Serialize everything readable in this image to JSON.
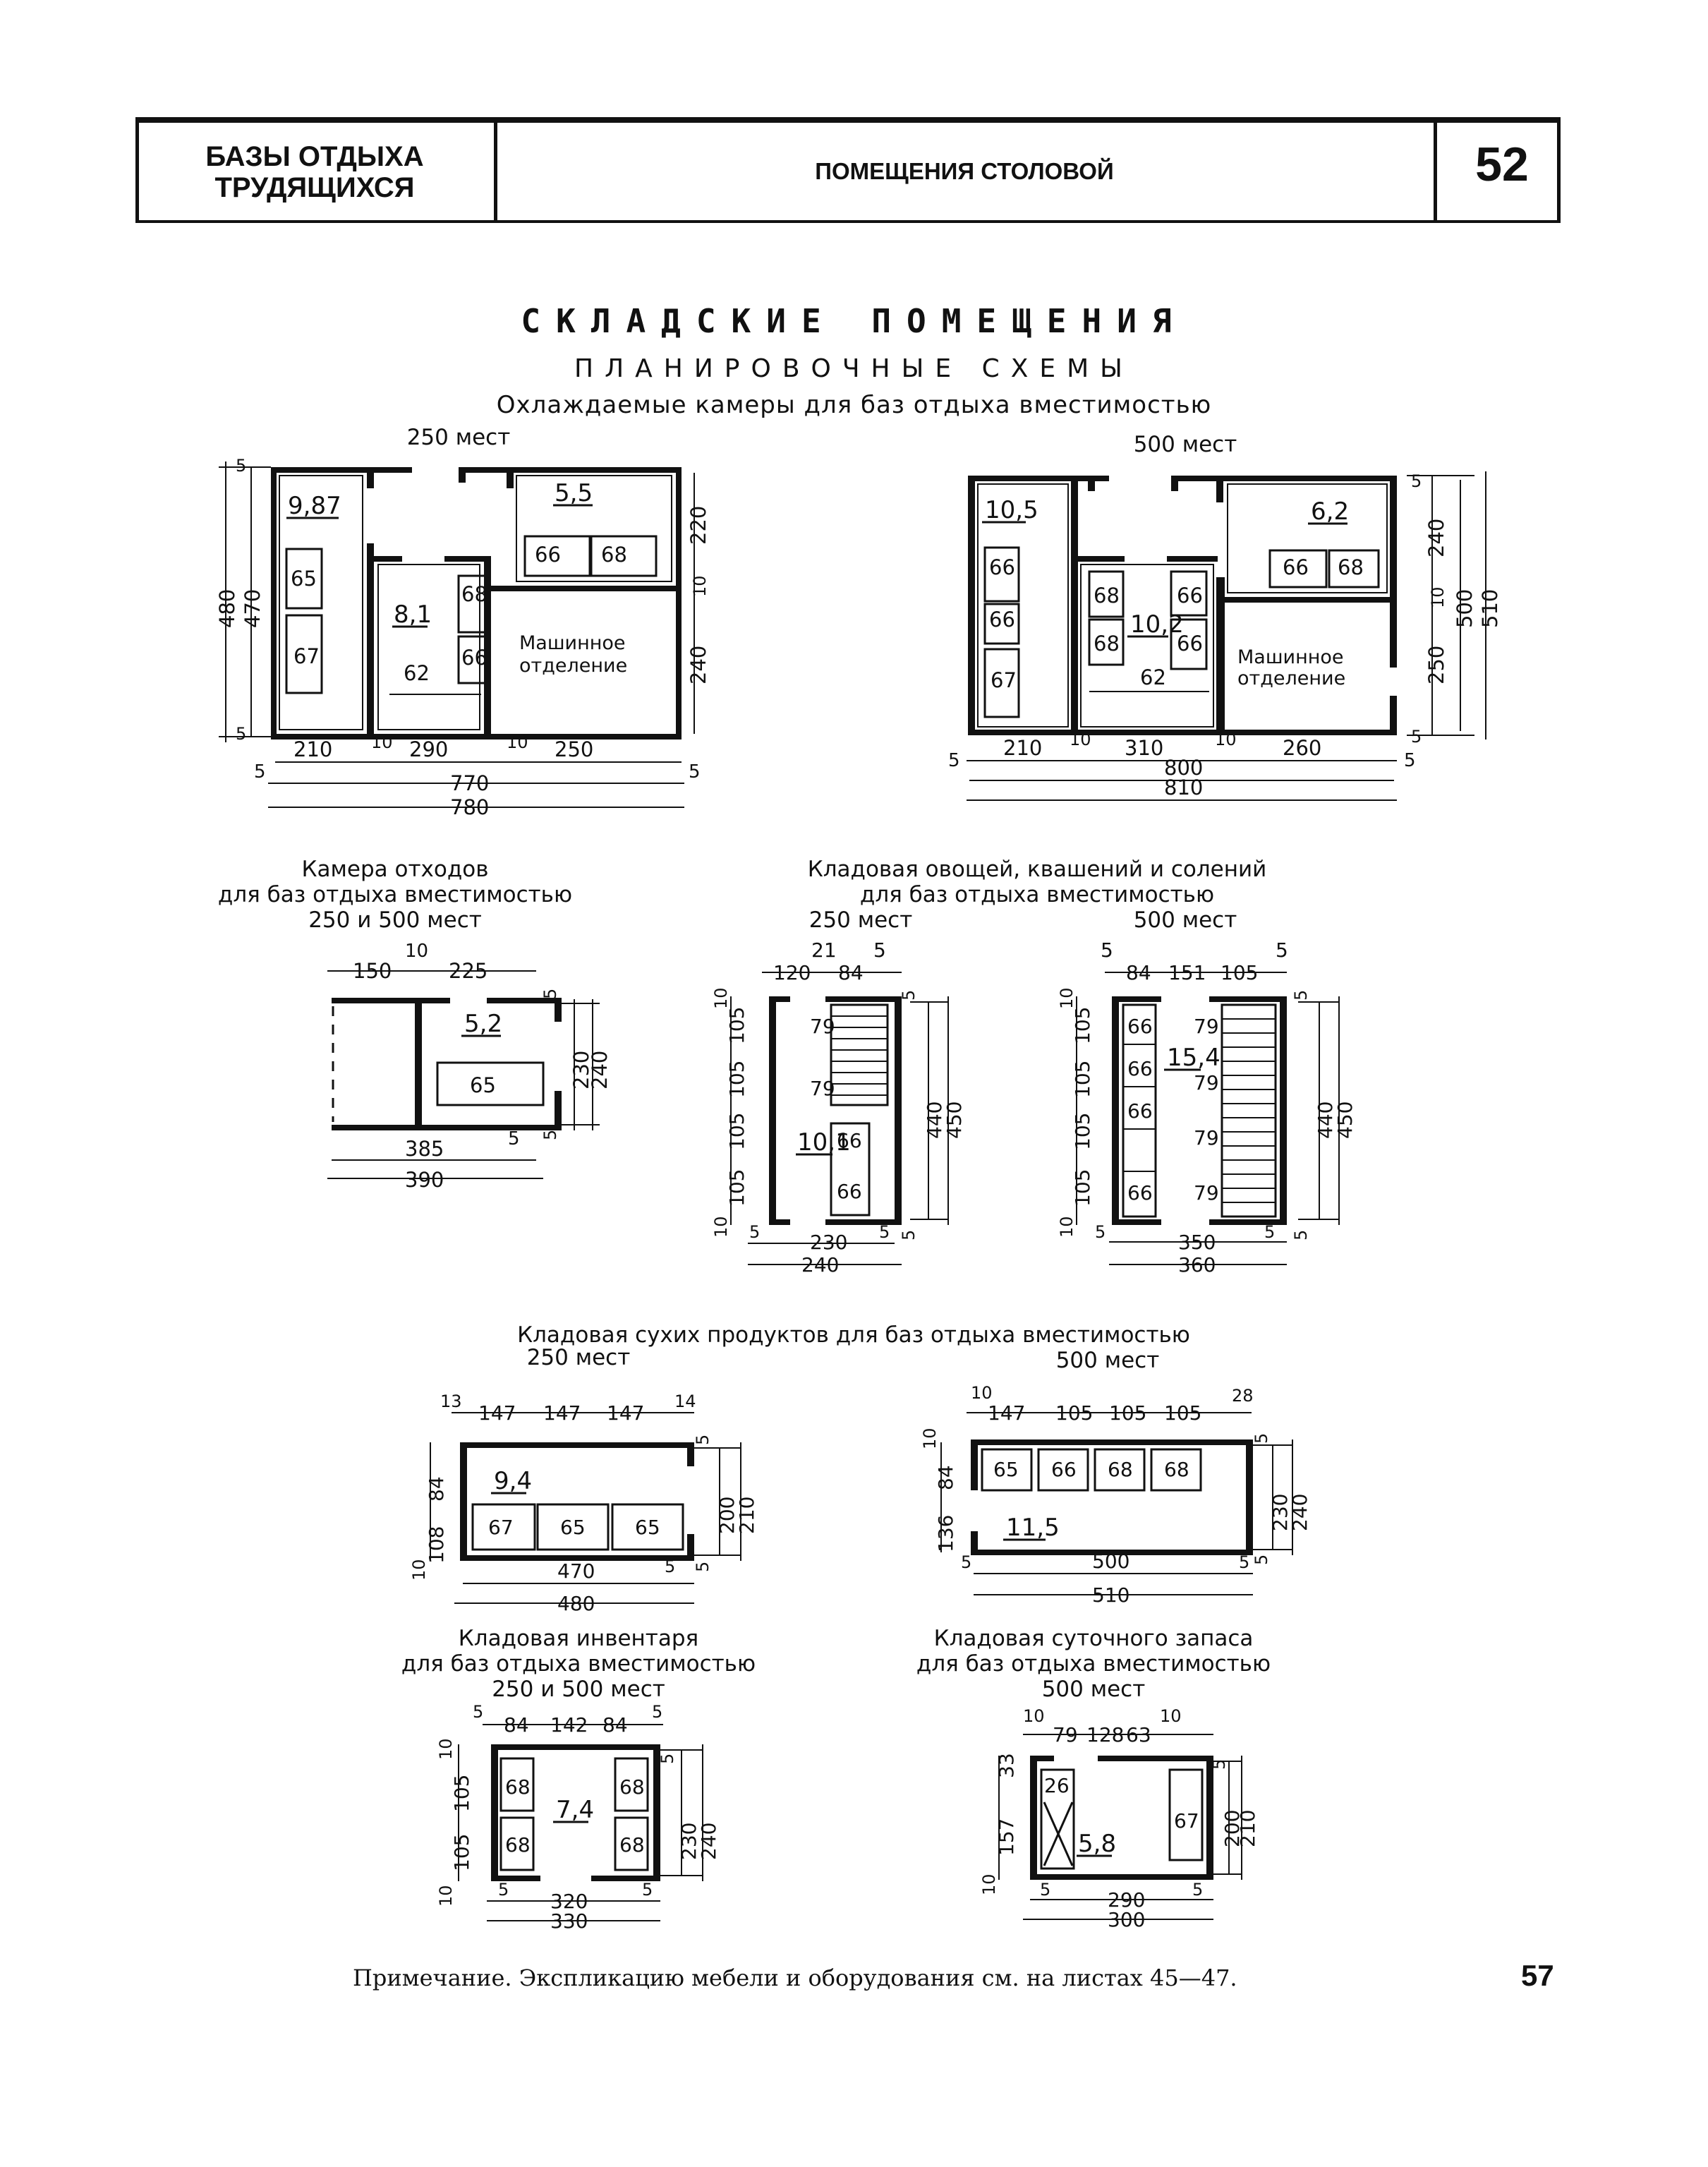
{
  "header": {
    "left_title": "БАЗЫ ОТДЫХА\nТРУДЯЩИХСЯ",
    "left_line1": "БАЗЫ ОТДЫХА",
    "left_line2": "ТРУДЯЩИХСЯ",
    "center_title": "ПОМЕЩЕНИЯ СТОЛОВОЙ",
    "sheet_number": "52"
  },
  "titles": {
    "main": "СКЛАДСКИЕ ПОМЕЩЕНИЯ",
    "sub": "ПЛАНИРОВОЧНЫЕ СХЕМЫ",
    "cooled": "Охлаждаемые камеры для баз отдыха вместимостью"
  },
  "captions": {
    "cooled_250": "250 мест",
    "cooled_500": "500 мест",
    "waste_line1": "Камера отходов",
    "waste_line2": "для баз отдыха вместимостью",
    "waste_line3": "250 и 500 мест",
    "veg_line1": "Кладовая овощей, квашений и солений",
    "veg_line2": "для баз отдыха вместимостью",
    "veg_250": "250 мест",
    "veg_500": "500 мест",
    "dry_line1": "Кладовая сухих продуктов для баз отдыха вместимостью",
    "dry_250": "250 мест",
    "dry_500": "500 мест",
    "inv_line1": "Кладовая инвентаря",
    "inv_line2": "для баз отдыха вместимостью",
    "inv_line3": "250 и 500 мест",
    "daily_line1": "Кладовая суточного запаса",
    "daily_line2": "для баз отдыха вместимостью",
    "daily_line3": "500 мест"
  },
  "plans": {
    "c250": {
      "areas": [
        "9,87",
        "8,1",
        "5,5"
      ],
      "equip": [
        "65",
        "67",
        "68",
        "66",
        "66",
        "68",
        "62"
      ],
      "machine": [
        "Машинное",
        "отделение"
      ],
      "dims_left": [
        "480",
        "470",
        "5",
        "5"
      ],
      "dims_right": [
        "220",
        "10",
        "240"
      ],
      "dims_bottom": [
        "210",
        "10",
        "290",
        "10",
        "250",
        "770",
        "780",
        "5",
        "5"
      ]
    },
    "c500": {
      "areas": [
        "10,5",
        "10,2",
        "6,2"
      ],
      "equip": [
        "66",
        "66",
        "67",
        "68",
        "68",
        "66",
        "66",
        "66",
        "68",
        "62"
      ],
      "machine": [
        "Машинное",
        "отделение"
      ],
      "dims_right": [
        "5",
        "240",
        "10",
        "250",
        "5",
        "500",
        "510"
      ],
      "dims_bottom": [
        "210",
        "10",
        "310",
        "10",
        "260",
        "800",
        "810",
        "5",
        "5"
      ]
    },
    "waste": {
      "area": "5,2",
      "equip": "65",
      "dims": [
        "150",
        "10",
        "225",
        "5",
        "230",
        "240",
        "5",
        "385",
        "5",
        "390"
      ]
    },
    "veg250": {
      "area": "10,1",
      "equip": [
        "79",
        "79",
        "66",
        "66"
      ],
      "dims_top": [
        "120",
        "21",
        "84",
        "5"
      ],
      "dims_left": [
        "10",
        "105",
        "105",
        "105",
        "105",
        "10"
      ],
      "dims_right": [
        "5",
        "440",
        "450",
        "5"
      ],
      "dims_bottom": [
        "5",
        "230",
        "5",
        "240"
      ]
    },
    "veg500": {
      "area": "15,4",
      "equip": [
        "66",
        "66",
        "66",
        "66",
        "79",
        "79",
        "79",
        "79"
      ],
      "dims_top": [
        "5",
        "84",
        "151",
        "105",
        "5"
      ],
      "dims_left": [
        "10",
        "105",
        "105",
        "105",
        "105",
        "10"
      ],
      "dims_right": [
        "5",
        "440",
        "450",
        "5"
      ],
      "dims_bottom": [
        "5",
        "350",
        "5",
        "360"
      ]
    },
    "dry250": {
      "area": "9,4",
      "equip": [
        "67",
        "65",
        "65"
      ],
      "dims_top": [
        "13",
        "147",
        "147",
        "147",
        "14"
      ],
      "dims_left": [
        "84",
        "108",
        "10"
      ],
      "dims_right": [
        "5",
        "200",
        "210",
        "5"
      ],
      "dims_bottom": [
        "470",
        "5",
        "480"
      ]
    },
    "dry500": {
      "area": "11,5",
      "equip": [
        "65",
        "66",
        "68",
        "68"
      ],
      "dims_top": [
        "10",
        "147",
        "105",
        "105",
        "105",
        "28"
      ],
      "dims_left": [
        "10",
        "84",
        "136"
      ],
      "dims_right": [
        "5",
        "230",
        "240",
        "5"
      ],
      "dims_bottom": [
        "5",
        "500",
        "5",
        "510"
      ]
    },
    "inv": {
      "area": "7,4",
      "equip": [
        "68",
        "68",
        "68",
        "68"
      ],
      "dims_top": [
        "5",
        "84",
        "142",
        "84",
        "5"
      ],
      "dims_left": [
        "10",
        "105",
        "105",
        "10"
      ],
      "dims_right": [
        "5",
        "230",
        "240"
      ],
      "dims_bottom": [
        "5",
        "320",
        "5",
        "330"
      ]
    },
    "daily": {
      "area": "5,8",
      "equip": [
        "26",
        "67"
      ],
      "dims_top": [
        "10",
        "79",
        "128",
        "63",
        "10"
      ],
      "dims_left": [
        "33",
        "157",
        "10"
      ],
      "dims_right": [
        "5",
        "200",
        "210"
      ],
      "dims_bottom": [
        "5",
        "290",
        "5",
        "300"
      ]
    }
  },
  "footer": {
    "note": "Примечание. Экспликацию мебели и оборудования см. на листах 45—47.",
    "page_number": "57"
  }
}
